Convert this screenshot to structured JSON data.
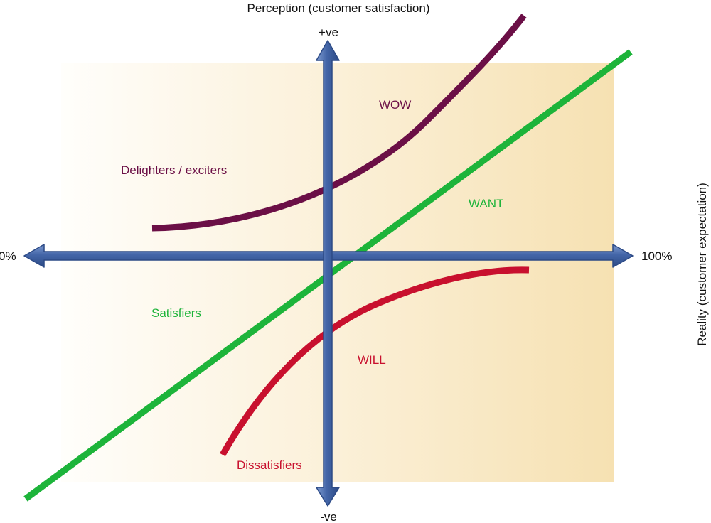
{
  "y_axis": {
    "title": "Perception (customer satisfaction)",
    "top_label": "+ve",
    "bottom_label": "-ve"
  },
  "x_axis": {
    "title": "Reality (customer expectation)",
    "left_label": "0%",
    "right_label": "100%"
  },
  "curves": {
    "delighters": {
      "label": "Delighters / exciters",
      "zone": "WOW",
      "color": "#6b0f46"
    },
    "satisfiers": {
      "label": "Satisfiers",
      "zone": "WANT",
      "color": "#1db43a"
    },
    "dissatisfiers": {
      "label": "Dissatisfiers",
      "zone": "WILL",
      "color": "#c8102e"
    }
  },
  "colors": {
    "axis": "#3d5c9c",
    "axis_light": "#6f8cc6",
    "background_start": "#fffdf8",
    "background_end": "#f7e3b6"
  }
}
